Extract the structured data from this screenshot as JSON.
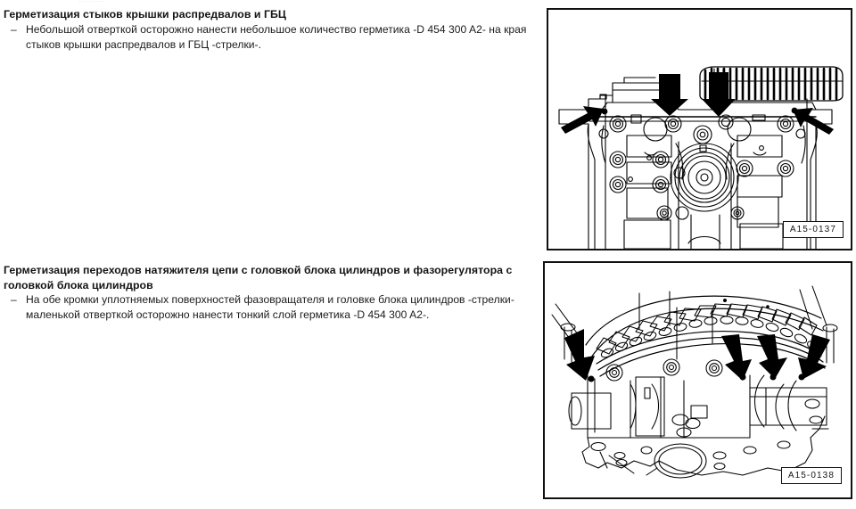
{
  "document": {
    "language": "ru",
    "page_background": "#ffffff",
    "text_color": "#1b1b1b",
    "cutoff_top_fragment": "........."
  },
  "sections": [
    {
      "id": "section-camshaft-cover-joints",
      "title": "Герметизация стыков крышки распредвалов и ГБЦ",
      "bullets": [
        {
          "marker": "–",
          "text": "Небольшой отверткой осторожно нанести небольшое количество герметика -D 454 300 A2- на края стыков крышки распредвалов и ГБЦ -стрелки-."
        }
      ]
    },
    {
      "id": "section-chain-tensioner-transitions",
      "title": "Герметизация переходов натяжителя цепи с головкой блока цилиндров и фазорегулятора с головкой блока цилиндров",
      "bullets": [
        {
          "marker": "–",
          "text": "На обе кромки уплотняемых поверхностей фазовращателя и головке блока цилиндров -стрелки- маленькой отверткой осторожно нанести тонкий слой герметика -D 454 300 A2-."
        }
      ]
    }
  ],
  "figures": [
    {
      "id": "figure-camshaft-cover",
      "caption": "A15-0137",
      "description": "Технический чертеж головки блока цилиндров с крышкой распредвалов, четыре стрелки указывают на края стыков",
      "arrow_count": 4,
      "line_color": "#000000",
      "border_color": "#111111"
    },
    {
      "id": "figure-chain-tensioner",
      "caption": "A15-0138",
      "description": "Технический чертеж цепи ГРМ с натяжителем и фазорегулятором, четыре стрелки указывают на уплотняемые кромки",
      "arrow_count": 4,
      "line_color": "#000000",
      "border_color": "#111111"
    }
  ]
}
